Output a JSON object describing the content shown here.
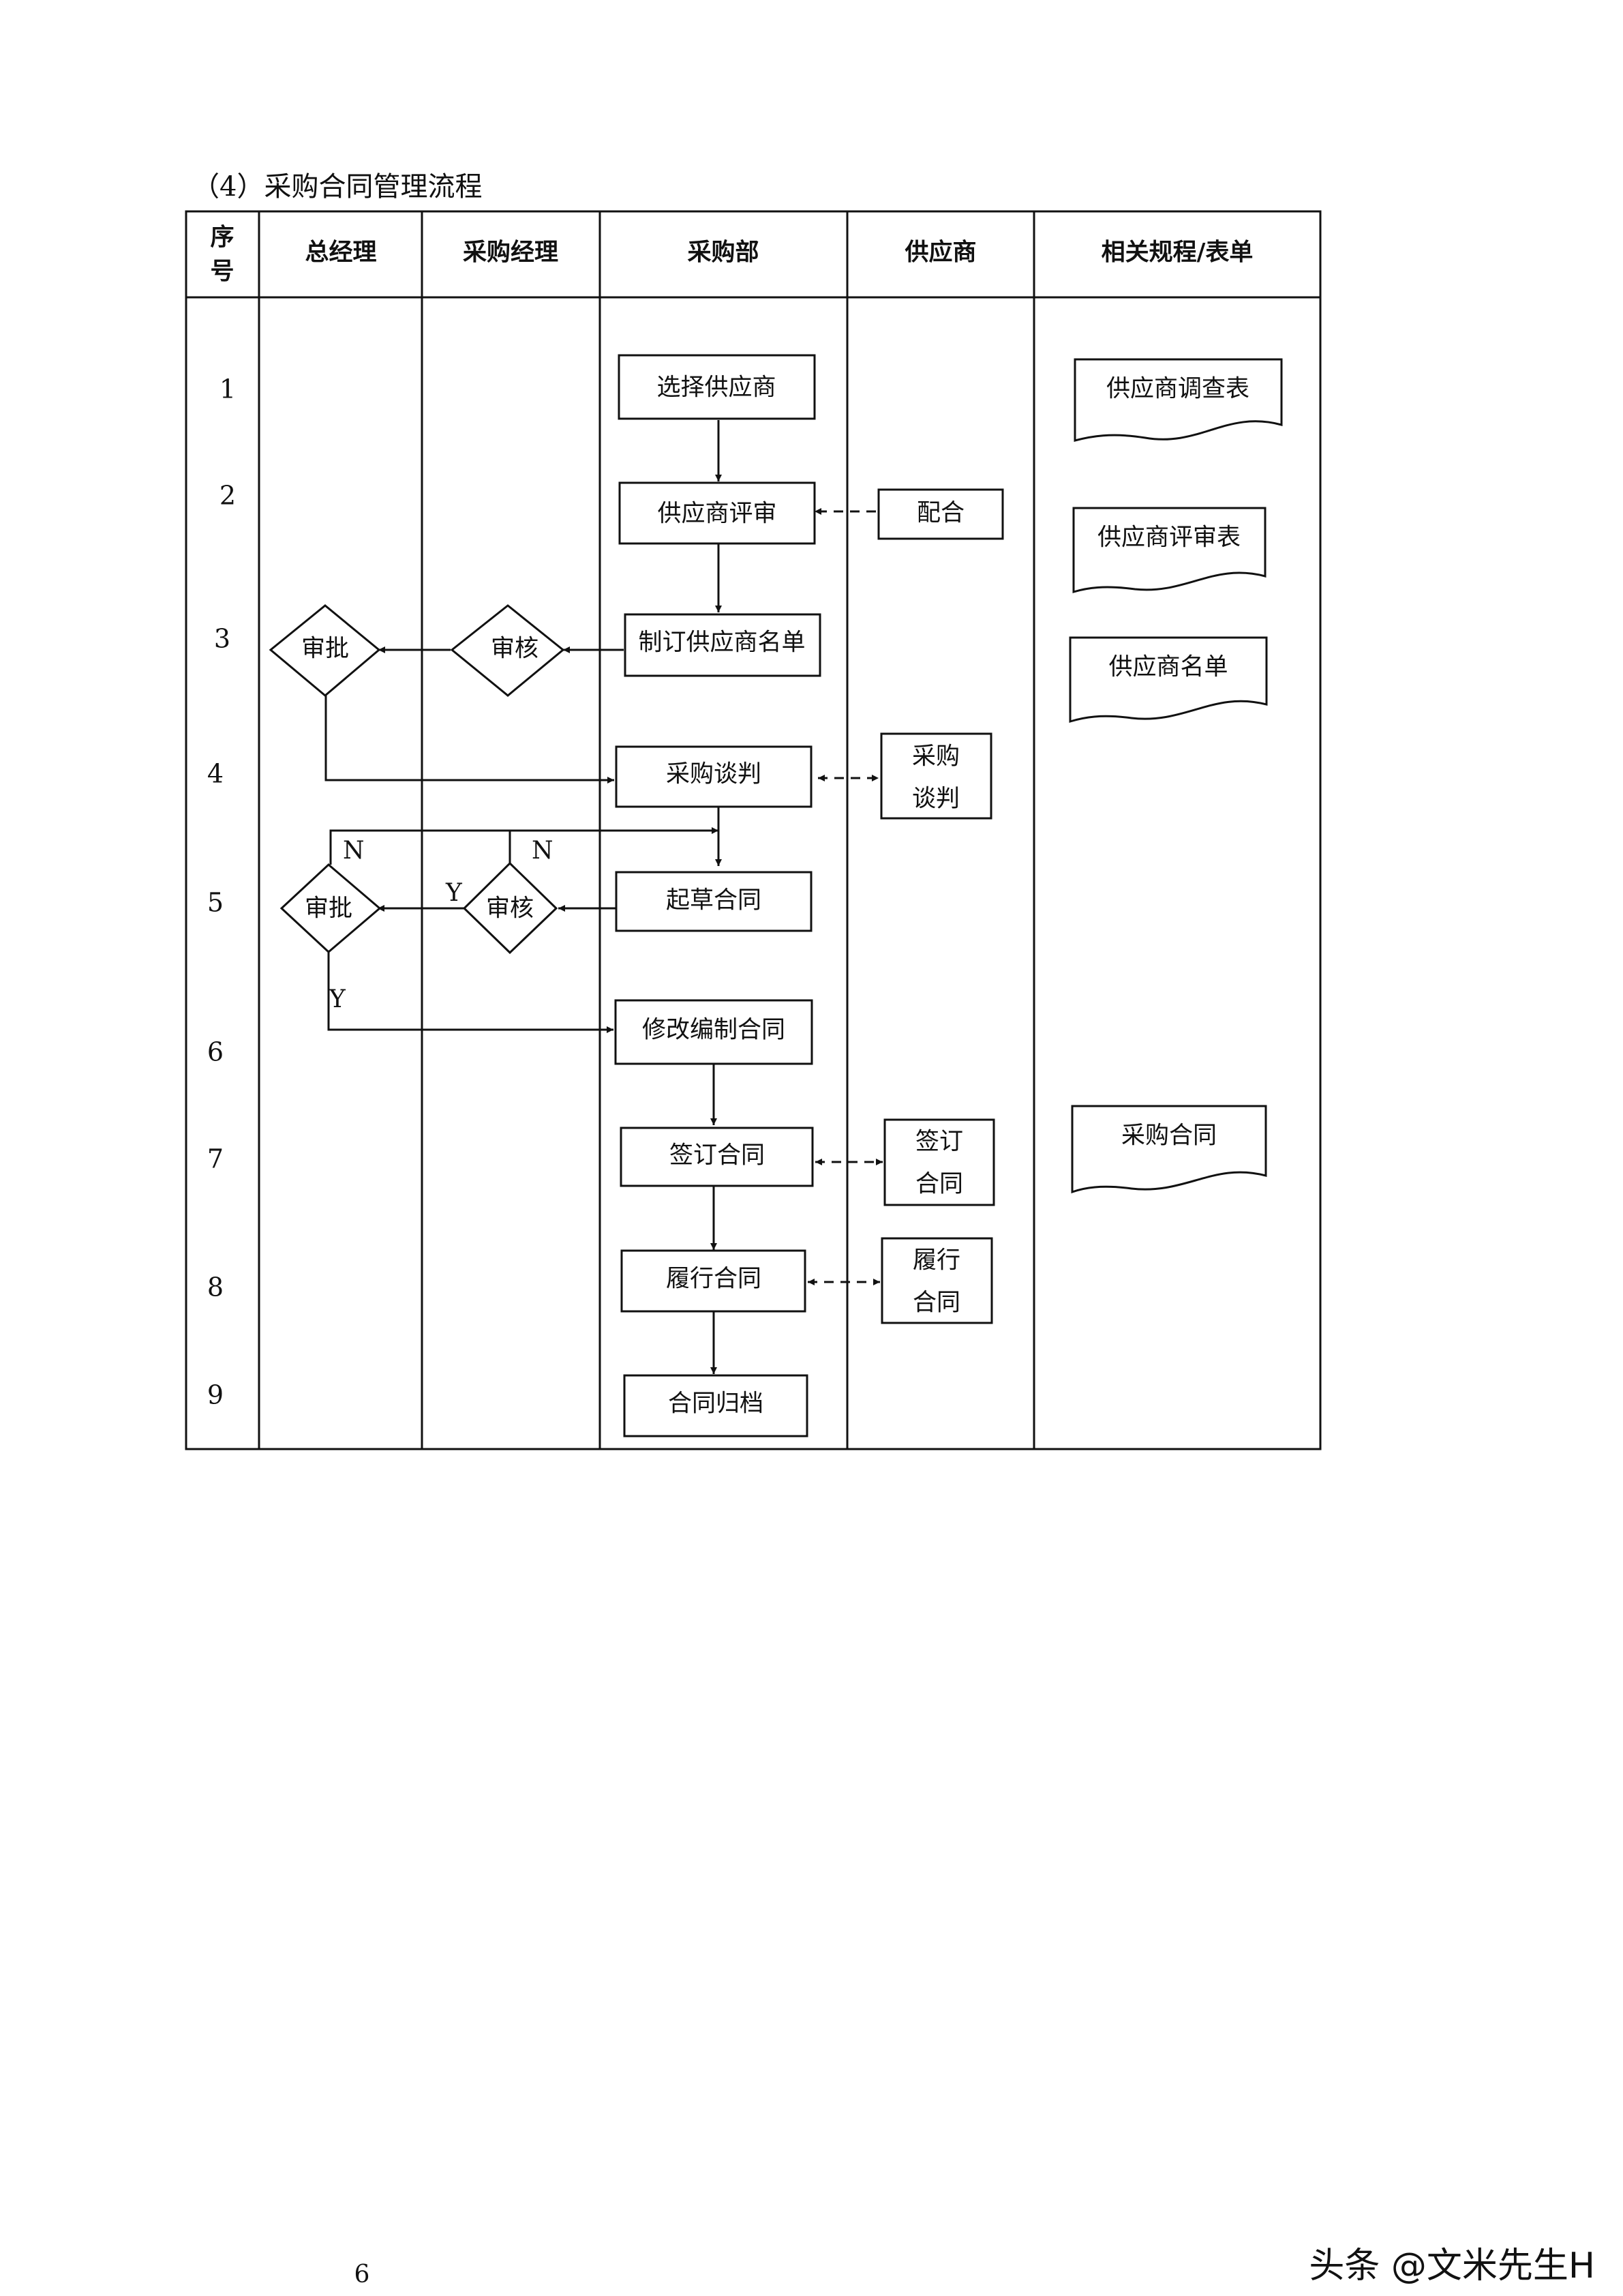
{
  "document": {
    "section_title": "（4）采购合同管理流程",
    "page_number": "6",
    "watermark": "头条 @文米先生H"
  },
  "table": {
    "headers": {
      "seq": [
        "序",
        "号"
      ],
      "gm": "总经理",
      "pm": "采购经理",
      "dept": "采购部",
      "supplier": "供应商",
      "docs": "相关规程/表单"
    },
    "row_numbers": [
      "1",
      "2",
      "3",
      "4",
      "5",
      "6",
      "7",
      "8",
      "9"
    ]
  },
  "flow": {
    "purchasing": {
      "select_supplier": "选择供应商",
      "supplier_review": "供应商评审",
      "make_supplier_list": "制订供应商名单",
      "negotiation": "采购谈判",
      "draft_contract": "起草合同",
      "revise_contract": "修改编制合同",
      "sign_contract": "签订合同",
      "perform_contract": "履行合同",
      "archive_contract": "合同归档"
    },
    "decisions": {
      "gm_approve": "审批",
      "pm_check": "审核"
    },
    "supplier": {
      "cooperate": "配合",
      "negotiation": [
        "采购",
        "谈判"
      ],
      "sign": [
        "签订",
        "合同"
      ],
      "perform": [
        "履行",
        "合同"
      ]
    },
    "labels": {
      "yes": "Y",
      "no": "N"
    }
  },
  "documents": {
    "survey_form": "供应商调查表",
    "review_form": "供应商评审表",
    "supplier_list": "供应商名单",
    "contract": "采购合同"
  },
  "colors": {
    "ink": "#111111",
    "background": "#ffffff"
  }
}
